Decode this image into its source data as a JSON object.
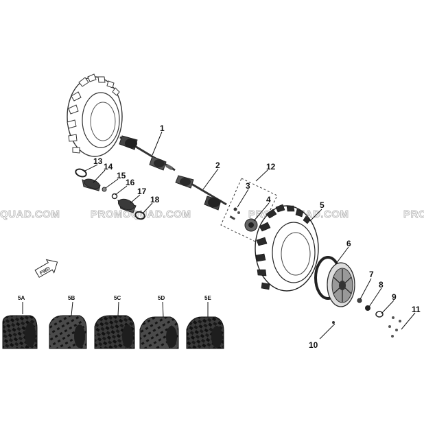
{
  "watermarks": {
    "left": "QUAD.COM",
    "center": "PROMOQUAD.COM",
    "right": "PROMOQUAD.COM",
    "edge": "PRO"
  },
  "fwd_label": "FWD",
  "callouts": {
    "c1": "1",
    "c2": "2",
    "c3": "3",
    "c4": "4",
    "c5": "5",
    "c6": "6",
    "c7": "7",
    "c8": "8",
    "c9": "9",
    "c10": "10",
    "c11": "11",
    "c12": "12",
    "c13": "13",
    "c14": "14",
    "c15": "15",
    "c16": "16",
    "c17": "17",
    "c18": "18"
  },
  "tire_variants": [
    "5A",
    "5B",
    "5C",
    "5D",
    "5E"
  ]
}
